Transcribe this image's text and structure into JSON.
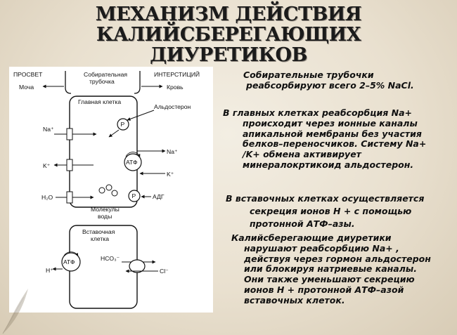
{
  "title": {
    "line1": "МЕХАНИЗМ ДЕЙСТВИЯ",
    "line2": "КАЛИЙСБЕРЕГАЮЩИХ",
    "line3": "ДИУРЕТИКОВ"
  },
  "diagram": {
    "lumen": "ПРОСВЕТ",
    "urine": "Моча",
    "collecting_duct_1": "Собирательная",
    "collecting_duct_2": "трубочка",
    "interstitium": "ИНТЕРСТИЦИЙ",
    "blood": "Кровь",
    "principal_cell": "Главная клетка",
    "aldosterone": "Альдостерон",
    "na": "Na⁺",
    "k": "K⁺",
    "na_right": "Na⁺",
    "k_right": "K⁺",
    "h2o": "H₂O",
    "atp_top": "АТФ",
    "receptor_top": "Р",
    "receptor_bottom": "Р",
    "adh": "АДГ",
    "water_molecules_1": "Молекулы",
    "water_molecules_2": "воды",
    "intercalated_1": "Вставочная",
    "intercalated_2": "клетка",
    "atp_bottom": "АТФ",
    "hco3": "HCO₃⁻",
    "h": "H⁺",
    "cl": "Cl⁻"
  },
  "paragraphs": [
    {
      "lines": [
        "Собирательные трубочки",
        "реабсорбируют всего 2–5% NaCl."
      ]
    },
    {
      "lines": [
        "В главных клетках реабсорбция Na+",
        "происходит через ионные каналы",
        "апикальной мембраны без участия",
        "белков–переносчиков. Систему Na+",
        "/K+ обмена активирует",
        "минералокртикоид альдостерон."
      ]
    },
    {
      "lines": [
        "В вставочных клетках осуществляется",
        "секреция ионов Н +  с  помощью",
        "протонной АТФ–азы."
      ]
    },
    {
      "lines": [
        "Калийсберегающие диуретики",
        "нарушают реабсорбцию Na+ ,",
        "действуя через гормон альдостерон",
        "или блокируя натриевые каналы.",
        "Они также уменьшают секрецию",
        "ионов  Н +  протонной АТФ–азой",
        "вставочных клеток."
      ]
    }
  ]
}
